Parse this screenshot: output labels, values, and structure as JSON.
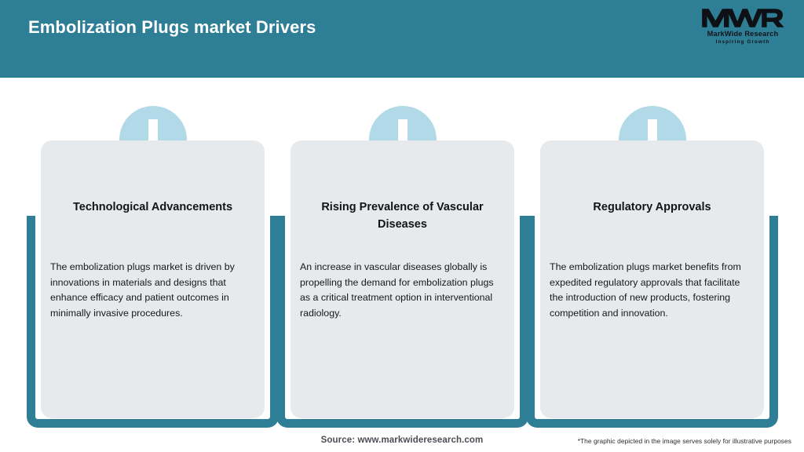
{
  "header": {
    "title": "Embolization Plugs market Drivers",
    "band_color": "#2e7f96",
    "title_color": "#ffffff"
  },
  "logo": {
    "mark": "MWR",
    "name": "MarkWide Research",
    "tagline": "Inspiring Growth"
  },
  "theme": {
    "accent": "#2e7f96",
    "card_bg": "#e7eaec",
    "badge_bg": "#b2d9e8",
    "arrow_color": "#ffffff",
    "page_bg": "#ffffff"
  },
  "cards": [
    {
      "icon": "down-arrow-icon",
      "title": "Technological Advancements",
      "body": "The embolization plugs market is driven by innovations in materials and designs that enhance efficacy and patient outcomes in minimally invasive procedures."
    },
    {
      "icon": "down-arrow-icon",
      "title": "Rising Prevalence of Vascular Diseases",
      "body": "An increase in vascular diseases globally is propelling the demand for embolization plugs as a critical treatment option in interventional radiology."
    },
    {
      "icon": "down-arrow-icon",
      "title": "Regulatory Approvals",
      "body": "The embolization plugs market benefits from expedited regulatory approvals that facilitate the introduction of new products, fostering competition and innovation."
    }
  ],
  "footer": {
    "source": "Source: www.markwideresearch.com",
    "disclaimer": "*The graphic depicted in the image serves solely for illustrative purposes"
  }
}
